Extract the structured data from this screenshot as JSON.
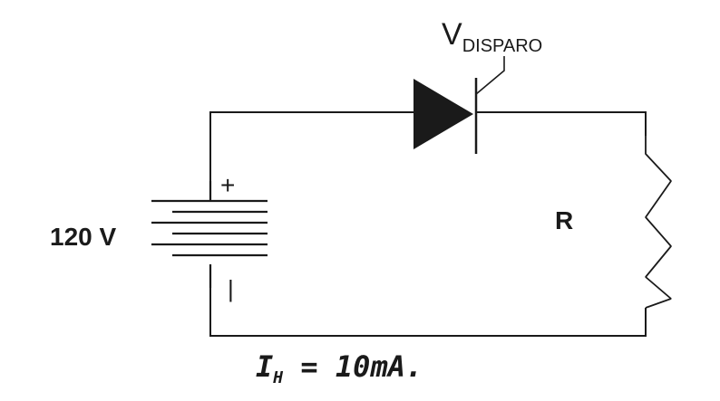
{
  "diagram": {
    "source_voltage_label": "120 V",
    "plus_sign": "+",
    "minus_sign": "|",
    "resistor_label": "R",
    "trigger_label_main": "V",
    "trigger_label_sub": "DISPARO",
    "holding_current": {
      "symbol": "I",
      "subscript": "H",
      "equation": " = 10mA."
    }
  }
}
